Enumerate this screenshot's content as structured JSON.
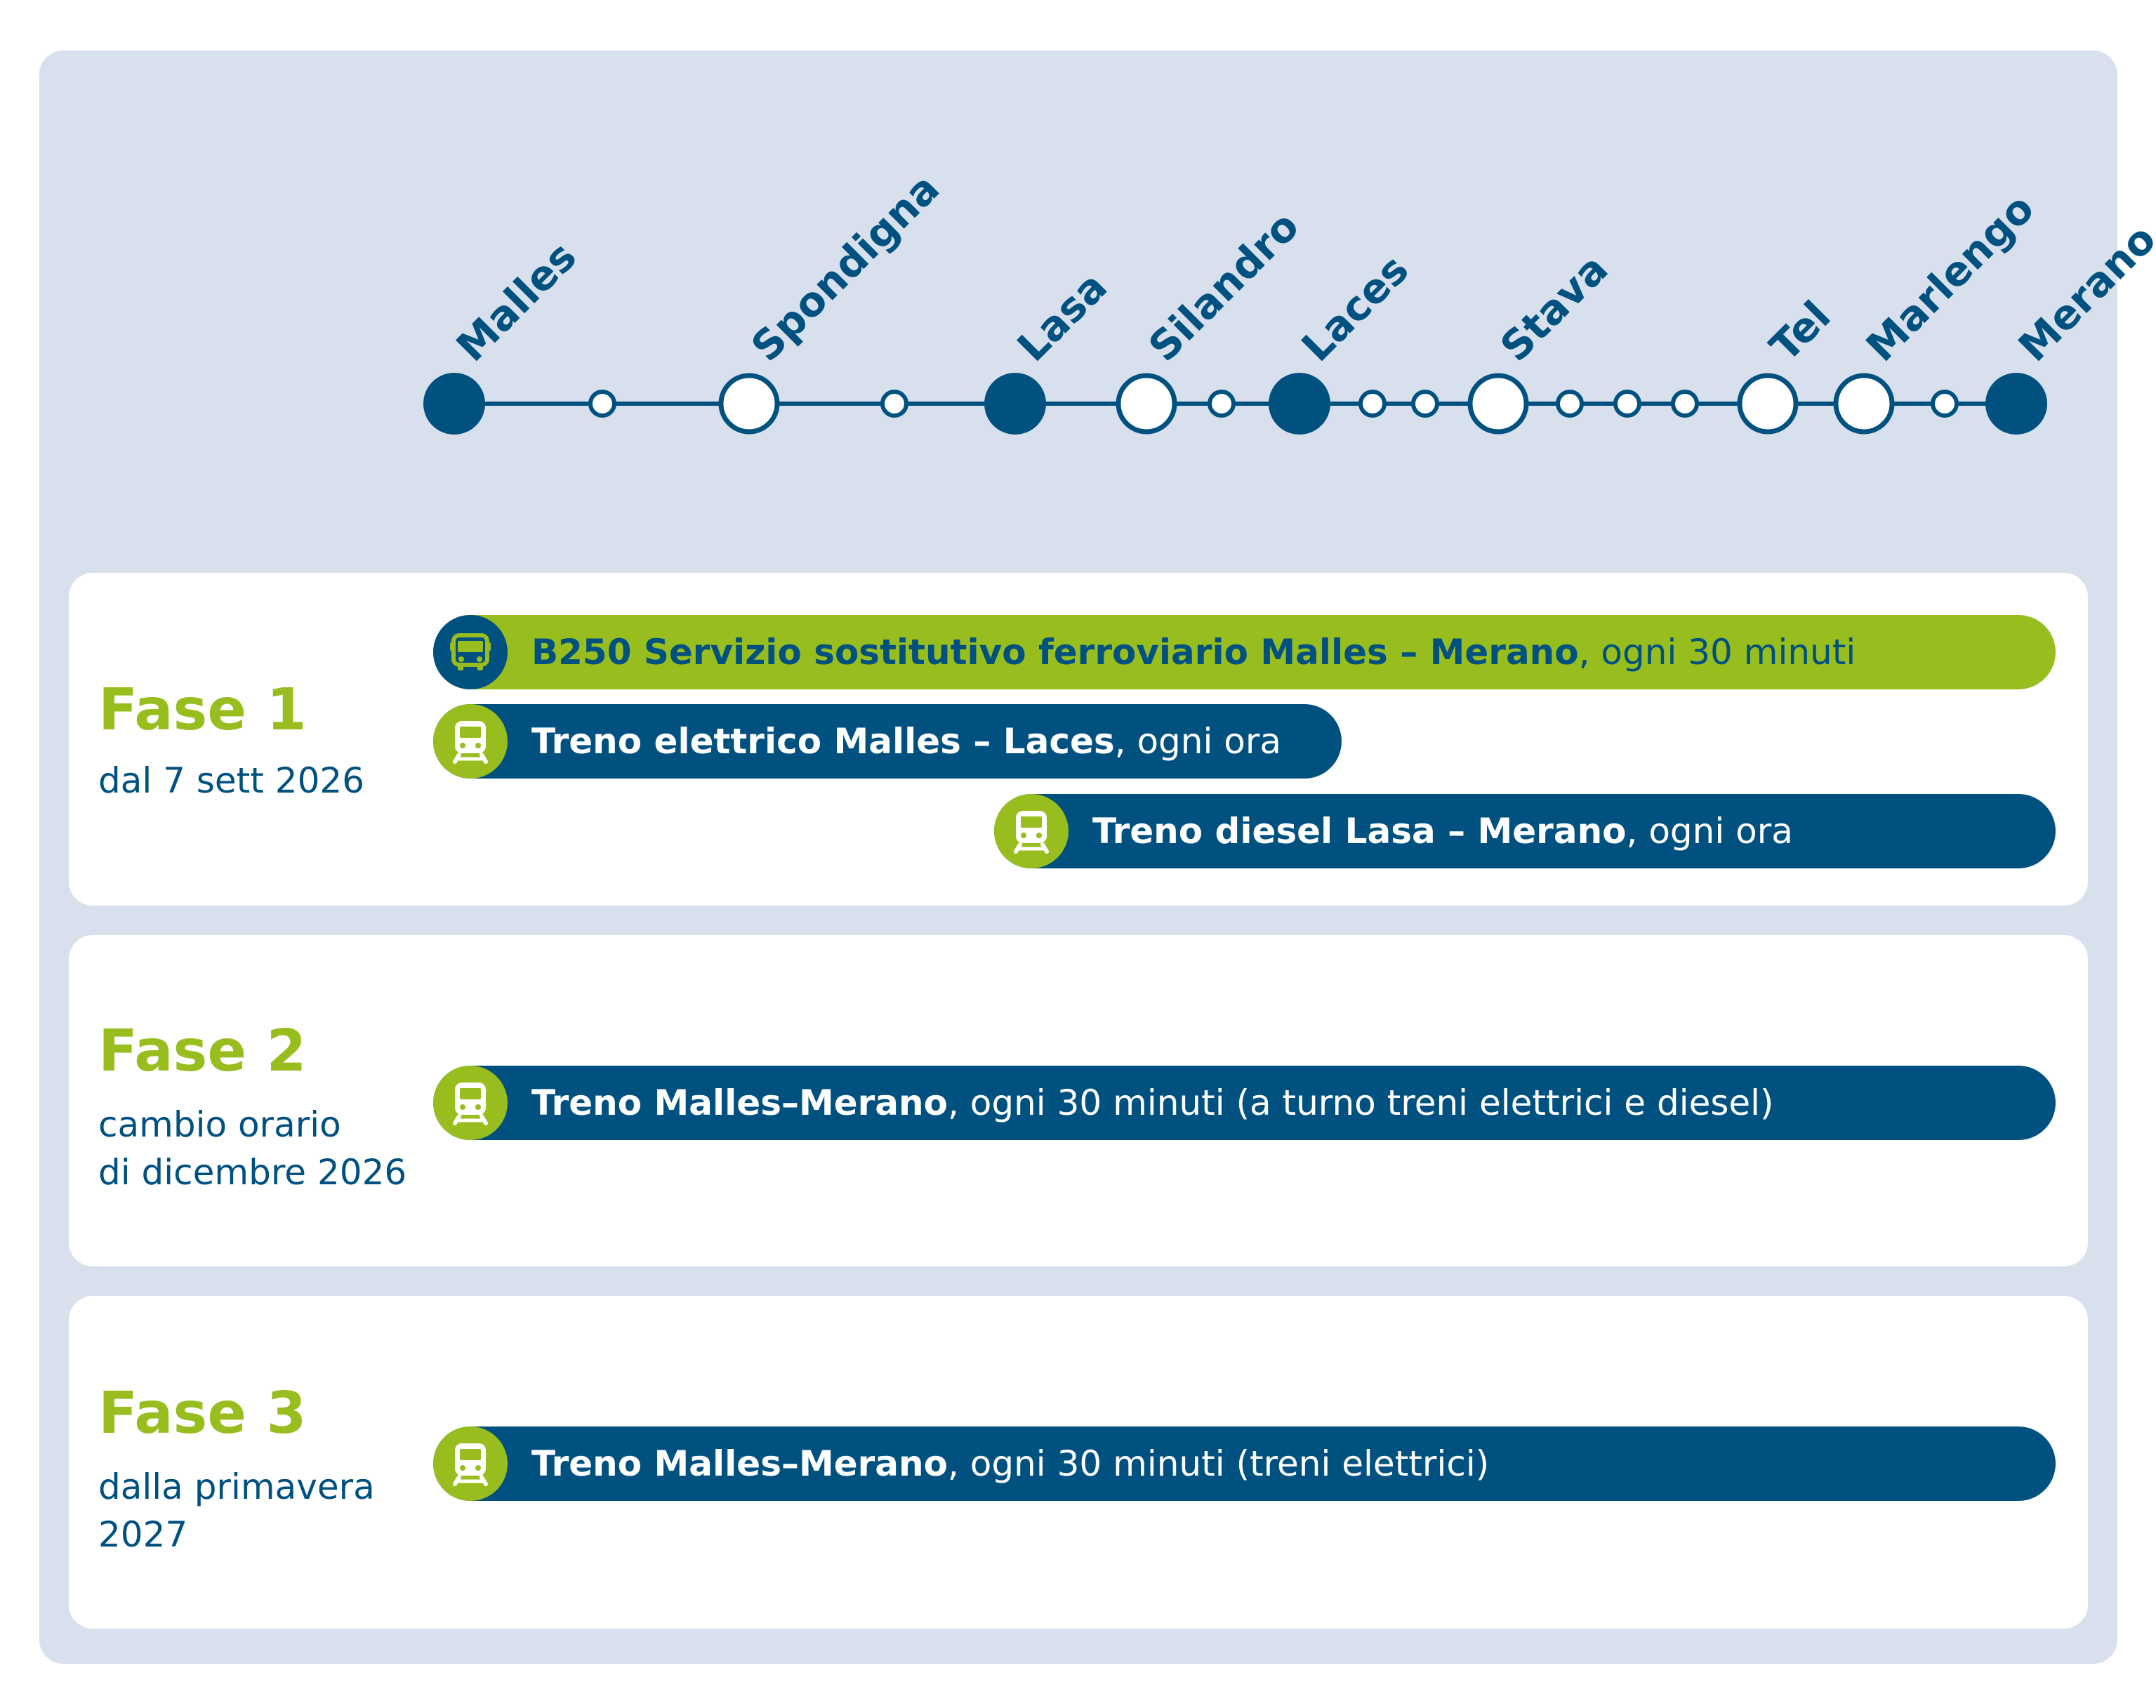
{
  "colors": {
    "dark_blue": "#005180",
    "green": "#98bd1e",
    "panel": "#d7e0ec",
    "card": "#ffffff"
  },
  "line": {
    "stations": [
      {
        "label": "Malles",
        "type": "major-filled"
      },
      {
        "label": "",
        "type": "minor"
      },
      {
        "label": "Spondigna",
        "type": "major-open"
      },
      {
        "label": "",
        "type": "minor"
      },
      {
        "label": "Lasa",
        "type": "major-filled"
      },
      {
        "label": "Silandro",
        "type": "major-open"
      },
      {
        "label": "",
        "type": "minor"
      },
      {
        "label": "Laces",
        "type": "major-filled"
      },
      {
        "label": "",
        "type": "minor"
      },
      {
        "label": "",
        "type": "minor"
      },
      {
        "label": "Stava",
        "type": "major-open"
      },
      {
        "label": "",
        "type": "minor"
      },
      {
        "label": "",
        "type": "minor"
      },
      {
        "label": "",
        "type": "minor"
      },
      {
        "label": "Tel",
        "type": "major-open"
      },
      {
        "label": "Marlengo",
        "type": "major-open"
      },
      {
        "label": "",
        "type": "minor"
      },
      {
        "label": "Merano",
        "type": "major-filled"
      }
    ]
  },
  "phases": [
    {
      "title": "Fase 1",
      "subtitle": "dal 7 sett 2026",
      "services": [
        {
          "icon": "bus-icon",
          "color": "green",
          "from": "Malles",
          "to": "Merano",
          "bold": "B250 Servizio sostitutivo ferroviario Malles – Merano",
          "rest": ", ogni 30 minuti"
        },
        {
          "icon": "train-icon",
          "color": "blue",
          "from": "Malles",
          "to": "Laces",
          "bold": "Treno elettrico Malles – Laces",
          "rest": ", ogni ora"
        },
        {
          "icon": "train-icon",
          "color": "blue",
          "from": "Lasa",
          "to": "Merano",
          "bold": "Treno diesel Lasa – Merano",
          "rest": ", ogni ora"
        }
      ]
    },
    {
      "title": "Fase 2",
      "subtitle": "cambio orario\ndi dicembre 2026",
      "services": [
        {
          "icon": "train-icon",
          "color": "blue",
          "from": "Malles",
          "to": "Merano",
          "bold": "Treno Malles–Merano",
          "rest": ", ogni 30 minuti (a turno treni elettrici e diesel)"
        }
      ]
    },
    {
      "title": "Fase 3",
      "subtitle": "dalla primavera\n2027",
      "services": [
        {
          "icon": "train-icon",
          "color": "blue",
          "from": "Malles",
          "to": "Merano",
          "bold": "Treno Malles–Merano",
          "rest": ", ogni 30 minuti (treni elettrici)"
        }
      ]
    }
  ]
}
